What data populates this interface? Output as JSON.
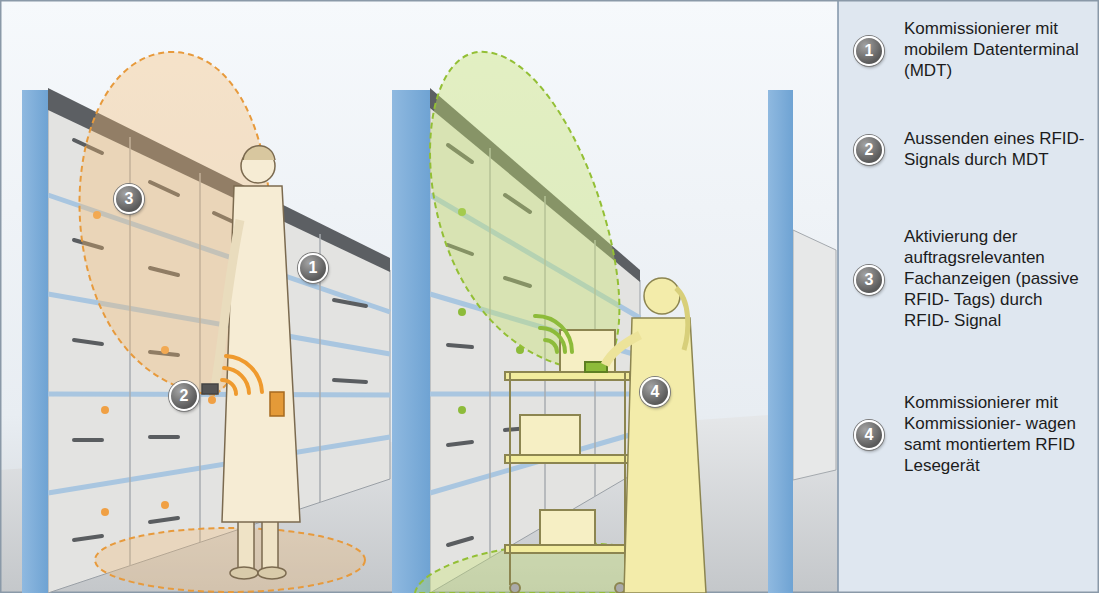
{
  "diagram": {
    "nodes": [
      {
        "text": [
          "3"
        ]
      },
      {
        "text": [
          "1"
        ]
      },
      {
        "text": [
          "2"
        ]
      },
      {
        "text": [
          "4"
        ]
      },
      {
        "text": [
          "1",
          "Kommissionierer mit mobilem Datenterminal (MDT)"
        ]
      },
      {
        "text": [
          "2",
          "Aussenden eines RFID-Signals durch MDT"
        ]
      },
      {
        "text": [
          "3",
          "Aktivierung der auftragsrelevanten Fachanzeigen (passive RFID- Tags) durch RFID- Signal"
        ]
      },
      {
        "text": [
          "4",
          "Kommissionierer mit Kommissionier- wagen samt montiertem RFID Lesegerät"
        ]
      }
    ]
  }
}
